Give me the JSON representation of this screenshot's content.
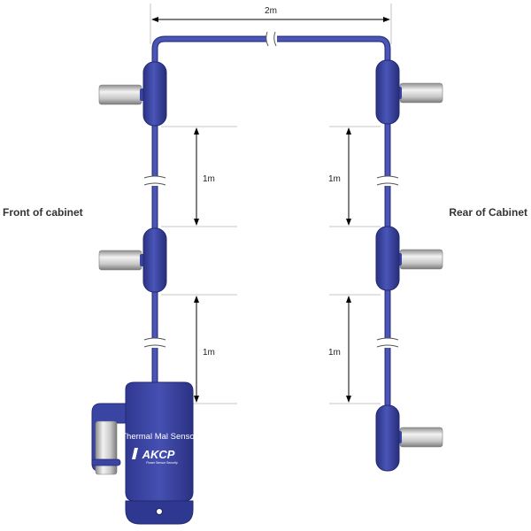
{
  "labels": {
    "front": "Front of cabinet",
    "rear": "Rear of Cabinet"
  },
  "dimensions": {
    "width": "2m",
    "segment_front_1": "1m",
    "segment_front_2": "1m",
    "segment_rear_1": "1m",
    "segment_rear_2": "1m"
  },
  "device": {
    "title": "Thermal Mal Sensor",
    "brand": "AKCP",
    "tagline": "Power Sensor Security"
  },
  "colors": {
    "cable": "#3f4aa6",
    "cable_dark": "#2c3580",
    "housing": "#3e48a8",
    "housing_dark": "#2a3282",
    "probe_light": "#e2e2e2",
    "probe_dark": "#8e8e8e",
    "dim_line": "#000000",
    "guide_line": "#b4b4b4"
  },
  "icons": {
    "sensor_probe": "cylinder-probe-icon",
    "sensor_node": "sensor-node-icon",
    "cable_break": "cable-break-icon"
  }
}
